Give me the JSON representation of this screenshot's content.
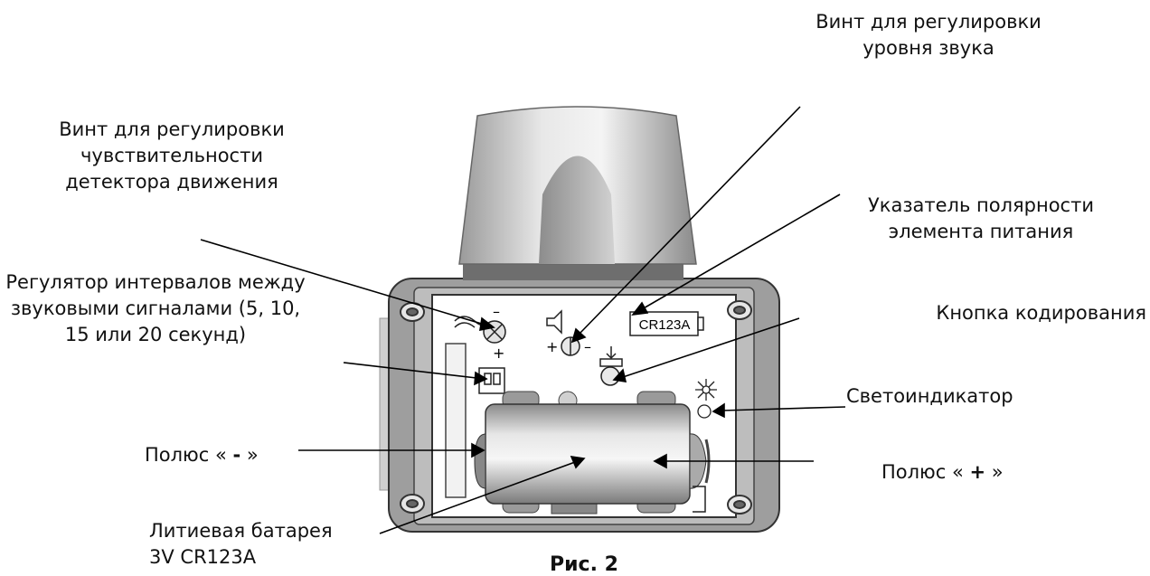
{
  "labels": {
    "volume_screw": "Винт для регулировки\nуровня звука",
    "sensitivity_screw": "Винт для регулировки\nчувствительности\nдетектора движения",
    "polarity_indicator": "Указатель полярности\nэлемента питания",
    "interval_regulator": "Регулятор интервалов между\nзвуковыми сигналами (5, 10,\n15 или 20 секунд)",
    "coding_button": "Кнопка кодирования",
    "led_indicator": "Светоиндикатор",
    "pole_minus_prefix": "Полюс « ",
    "pole_minus_sign": "-",
    "pole_minus_suffix": " »",
    "pole_plus_prefix": "Полюс « ",
    "pole_plus_sign": "+",
    "pole_plus_suffix": " »",
    "battery": "Литиевая батарея\n3V CR123A"
  },
  "device": {
    "battery_marking": "CR123A",
    "sensitivity_minus": "–",
    "sensitivity_plus": "+",
    "volume_plus": "+",
    "volume_minus": "–"
  },
  "figure_caption": "Рис. 2"
}
